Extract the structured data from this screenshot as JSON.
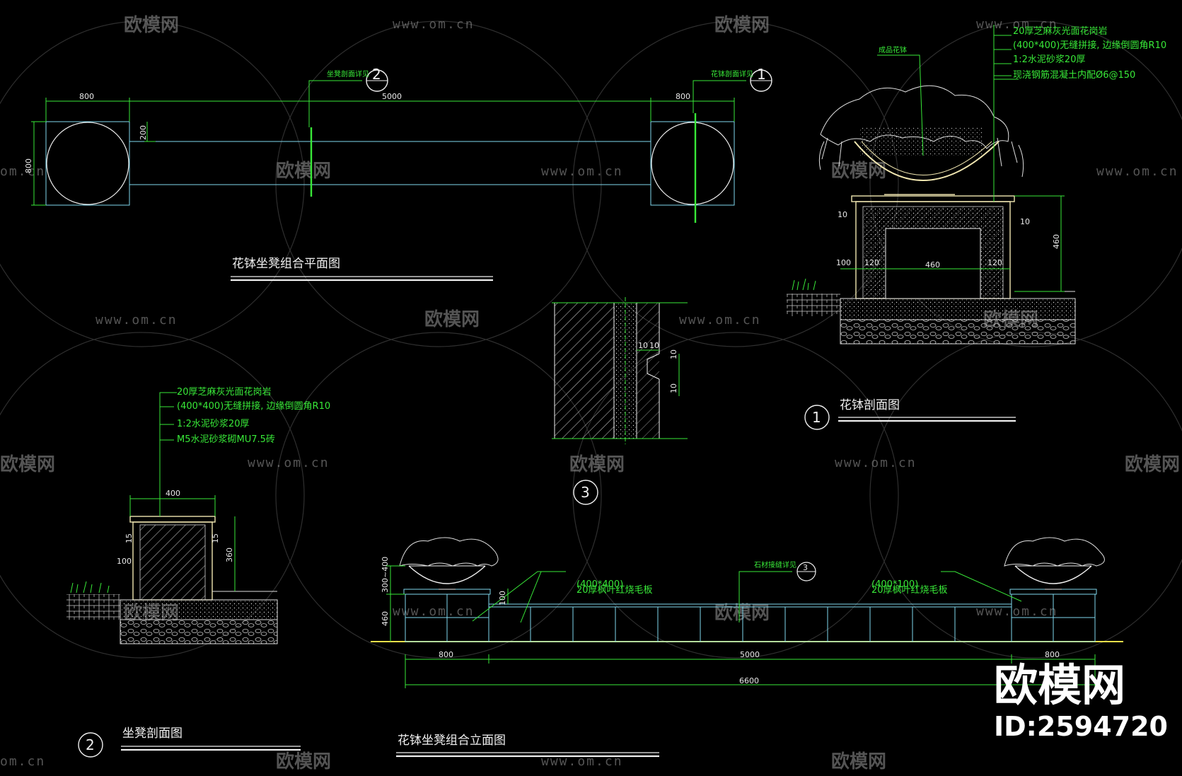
{
  "watermark": {
    "brand": "欧模网",
    "url": "www.om.cn",
    "url_short": "om.cn",
    "id_label": "ID:2594720"
  },
  "plan": {
    "title": "花钵坐凳组合平面图",
    "dims": {
      "left_width": "800",
      "right_width": "800",
      "total": "5000",
      "seat_depth": "200",
      "box_height": "800"
    },
    "callouts": {
      "section2_ref": "坐凳剖面详见",
      "section1_ref": "花钵剖面详见",
      "num2": "2",
      "num1": "1"
    }
  },
  "pot_section": {
    "title": "花钵剖面图",
    "number": "1",
    "plant_label": "成品花钵",
    "notes": [
      "20厚芝麻灰光面花岗岩",
      "(400*400)无缝拼接, 边缘倒圆角R10",
      "1:2水泥砂浆20厚",
      "现浇钢筋混凝土内配Ø6@150"
    ],
    "dims": {
      "d10_left": "10",
      "d10_right": "10",
      "d100": "100",
      "d120a": "120",
      "d460w": "460",
      "d120b": "120",
      "d460h": "460"
    }
  },
  "seat_section": {
    "title": "坐凳剖面图",
    "number": "2",
    "notes": [
      "20厚芝麻灰光面花岗岩",
      "(400*400)无缝拼接, 边缘倒圆角R10",
      "1:2水泥砂浆20厚",
      "M5水泥砂浆砌MU7.5砖"
    ],
    "dims": {
      "width": "400",
      "height": "360",
      "d100": "100",
      "d15a": "15",
      "d15b": "15"
    }
  },
  "detail3": {
    "number": "3",
    "dims": {
      "a": "10",
      "b": "10",
      "c": "10",
      "d": "10"
    }
  },
  "elevation": {
    "title": "花钵坐凳组合立面图",
    "notes": {
      "left_a": "20厚枫叶红烧毛板",
      "left_b": "(400*400)",
      "right_a": "20厚枫叶红烧毛板",
      "right_b": "(400*100)",
      "detail_ref": "石材接缝详见",
      "detail_num": "3"
    },
    "dims": {
      "pot_h": "300~400",
      "base_h": "460",
      "seat_h": "100",
      "left": "800",
      "mid": "5000",
      "right": "800",
      "total": "6600"
    }
  }
}
